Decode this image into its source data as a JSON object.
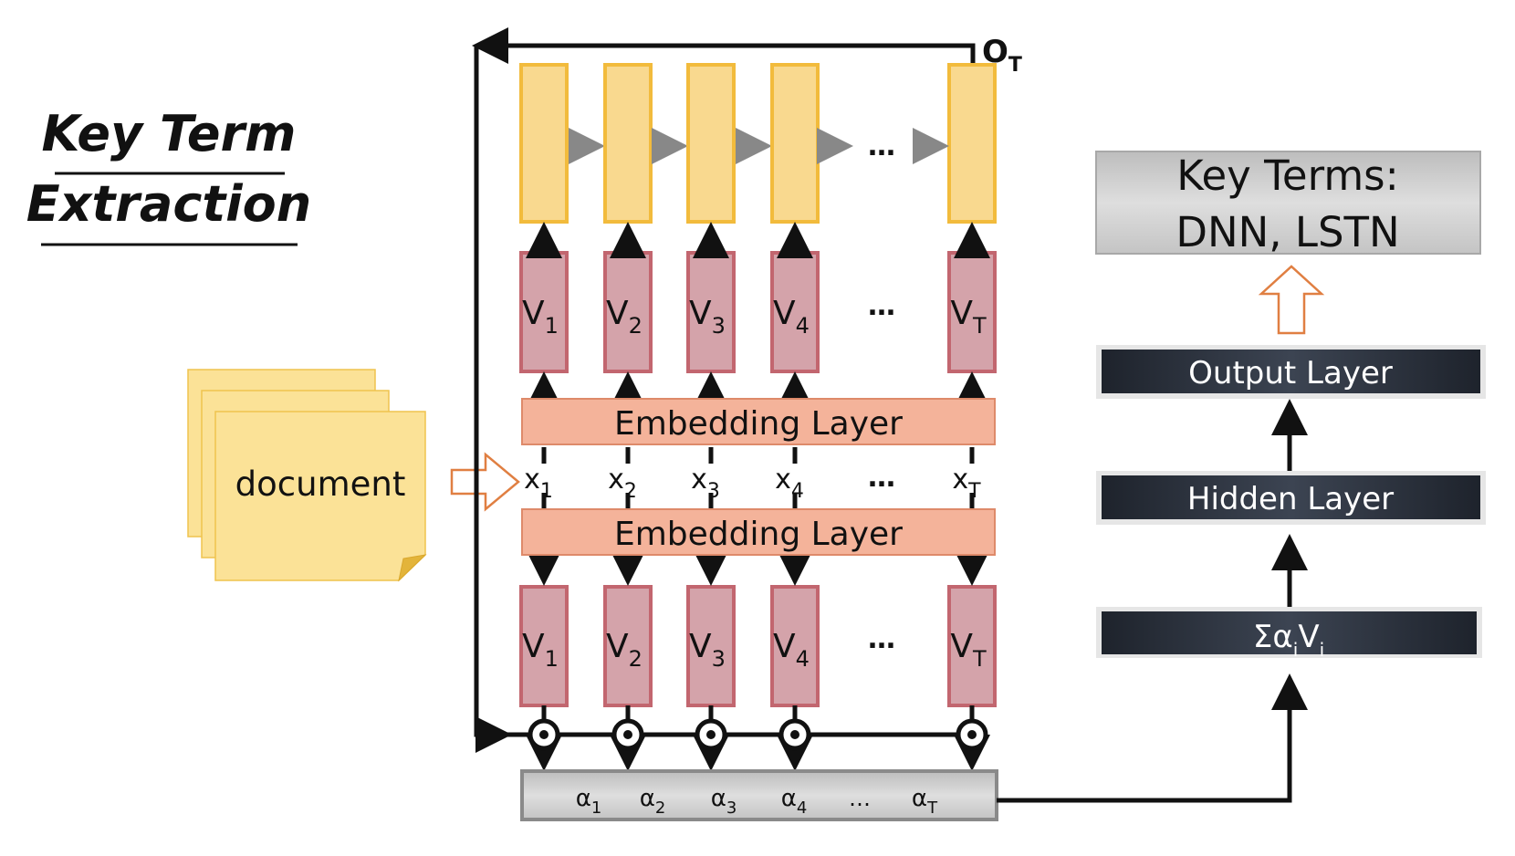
{
  "title": {
    "line1": "Key Term",
    "line2": "Extraction"
  },
  "document_label": "document",
  "lstm_columns": [
    {
      "v": "V",
      "v_sub": "1",
      "x": "x",
      "x_sub": "1",
      "a": "α",
      "a_sub": "1"
    },
    {
      "v": "V",
      "v_sub": "2",
      "x": "x",
      "x_sub": "2",
      "a": "α",
      "a_sub": "2"
    },
    {
      "v": "V",
      "v_sub": "3",
      "x": "x",
      "x_sub": "3",
      "a": "α",
      "a_sub": "3"
    },
    {
      "v": "V",
      "v_sub": "4",
      "x": "x",
      "x_sub": "4",
      "a": "α",
      "a_sub": "4"
    },
    {
      "v": "V",
      "v_sub": "T",
      "x": "x",
      "x_sub": "T",
      "a": "α",
      "a_sub": "T"
    }
  ],
  "ellipsis": "…",
  "embedding_top": "Embedding Layer",
  "embedding_bottom": "Embedding Layer",
  "output_symbol": {
    "base": "O",
    "sub": "T"
  },
  "key_terms": {
    "line1": "Key Terms:",
    "line2": "DNN, LSTN"
  },
  "layers": {
    "output": "Output Layer",
    "hidden": "Hidden Layer",
    "sum": {
      "sigma": "Σ",
      "alpha": "α",
      "alpha_sub": "i",
      "v": "V",
      "v_sub": "i"
    }
  },
  "colors": {
    "lstm_fill": "#f9d98f",
    "lstm_stroke": "#f2bb3c",
    "v_fill": "#d4a3aa",
    "v_stroke": "#c2666f",
    "embed_fill": "#f4b39a",
    "embed_stroke": "#de8a6a",
    "doc_fill": "#fbe297",
    "doc_stroke": "#efc34f",
    "dark_layer": "#252b36",
    "gray_box": "#cccccc",
    "hollow_arrow": "#e07f42"
  }
}
